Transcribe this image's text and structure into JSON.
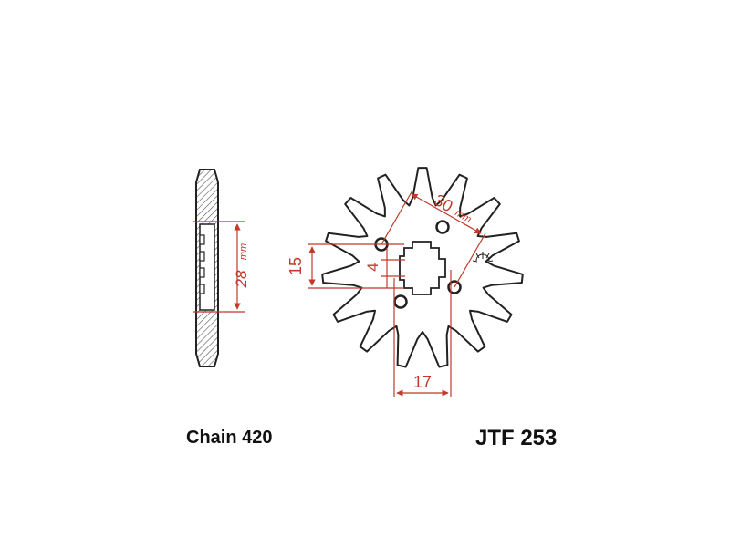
{
  "dimensions": {
    "side_thickness": "28",
    "side_unit": "mm",
    "bolt_circle": "30",
    "bolt_circle_unit": "mm",
    "spline_height": "15",
    "spline_width": "17",
    "key_width": "4"
  },
  "labels": {
    "chain": "Chain 420",
    "part_number": "JTF 253"
  },
  "sprocket": {
    "teeth": 15
  },
  "colors": {
    "outline": "#222222",
    "dimension": "#c0392b",
    "hatch": "#555555",
    "background": "#ffffff"
  }
}
